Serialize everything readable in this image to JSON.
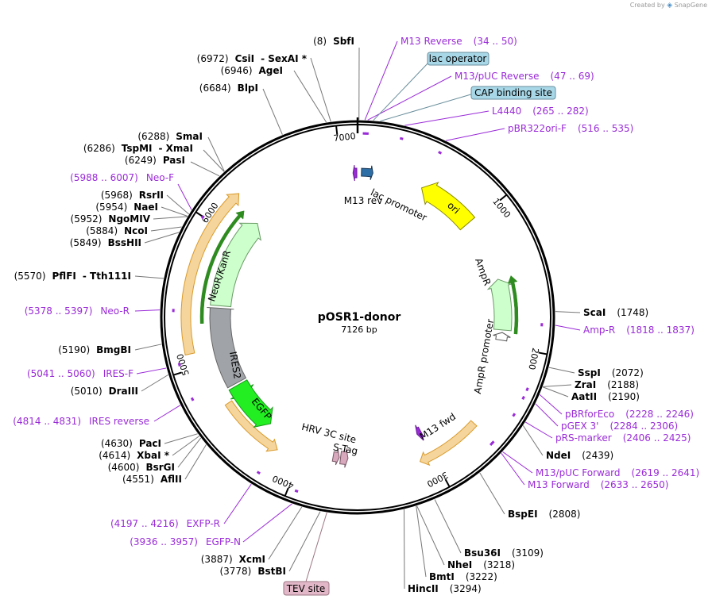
{
  "brand": {
    "prefix": "Created by",
    "name": "SnapGene"
  },
  "plasmid": {
    "name": "pOSR1-donor",
    "length_label": "7126 bp",
    "length_bp": 7126
  },
  "ticks": [
    "1000",
    "2000",
    "3000",
    "4000",
    "5000",
    "6000",
    "7000"
  ],
  "enzymes": [
    {
      "pos": "(8)",
      "name": "SbfI"
    },
    {
      "pos": "(6972)",
      "name": "CsiI",
      "suffix": "- SexAI *"
    },
    {
      "pos": "(6946)",
      "name": "AgeI"
    },
    {
      "pos": "(6684)",
      "name": "BlpI"
    },
    {
      "pos": "(6288)",
      "name": "SmaI"
    },
    {
      "pos": "(6286)",
      "name": "TspMI",
      "suffix": "- XmaI"
    },
    {
      "pos": "(6249)",
      "name": "PasI"
    },
    {
      "pos": "(5968)",
      "name": "RsrII"
    },
    {
      "pos": "(5954)",
      "name": "NaeI"
    },
    {
      "pos": "(5952)",
      "name": "NgoMIV"
    },
    {
      "pos": "(5884)",
      "name": "NcoI"
    },
    {
      "pos": "(5849)",
      "name": "BssHII"
    },
    {
      "pos": "(5570)",
      "name": "PflFI",
      "suffix": "- Tth111I"
    },
    {
      "pos": "(5190)",
      "name": "BmgBI"
    },
    {
      "pos": "(5010)",
      "name": "DraIII"
    },
    {
      "pos": "(4630)",
      "name": "PacI"
    },
    {
      "pos": "(4614)",
      "name": "XbaI *"
    },
    {
      "pos": "(4600)",
      "name": "BsrGI"
    },
    {
      "pos": "(4551)",
      "name": "AflII"
    },
    {
      "pos": "(3887)",
      "name": "XcmI"
    },
    {
      "pos": "(3778)",
      "name": "BstBI"
    },
    {
      "name": "ScaI",
      "pos": "(1748)"
    },
    {
      "name": "SspI",
      "pos": "(2072)"
    },
    {
      "name": "ZraI",
      "pos": "(2188)"
    },
    {
      "name": "AatII",
      "pos": "(2190)"
    },
    {
      "name": "NdeI",
      "pos": "(2439)"
    },
    {
      "name": "BspEI",
      "pos": "(2808)"
    },
    {
      "name": "Bsu36I",
      "pos": "(3109)"
    },
    {
      "name": "NheI",
      "pos": "(3218)"
    },
    {
      "name": "BmtI",
      "pos": "(3222)"
    },
    {
      "name": "HincII",
      "pos": "(3294)"
    }
  ],
  "primers": [
    {
      "name": "M13 Reverse",
      "range": "(34 .. 50)"
    },
    {
      "name": "M13/pUC Reverse",
      "range": "(47 .. 69)"
    },
    {
      "name": "L4440",
      "range": "(265 .. 282)"
    },
    {
      "name": "pBR322ori-F",
      "range": "(516 .. 535)"
    },
    {
      "name": "Amp-R",
      "range": "(1818 .. 1837)"
    },
    {
      "name": "pBRforEco",
      "range": "(2228 .. 2246)"
    },
    {
      "name": "pGEX 3'",
      "range": "(2284 .. 2306)"
    },
    {
      "name": "pRS-marker",
      "range": "(2406 .. 2425)"
    },
    {
      "name": "M13/pUC Forward",
      "range": "(2619 .. 2641)"
    },
    {
      "name": "M13 Forward",
      "range": "(2633 .. 2650)"
    },
    {
      "range": "(5988 .. 6007)",
      "name": "Neo-F"
    },
    {
      "range": "(5378 .. 5397)",
      "name": "Neo-R"
    },
    {
      "range": "(5041 .. 5060)",
      "name": "IRES-F"
    },
    {
      "range": "(4814 .. 4831)",
      "name": "IRES reverse"
    },
    {
      "range": "(4197 .. 4216)",
      "name": "EXFP-R"
    },
    {
      "range": "(3936 .. 3957)",
      "name": "EGFP-N"
    }
  ],
  "boxed_features": [
    {
      "name": "lac operator",
      "color": "#a8d8e8"
    },
    {
      "name": "CAP binding site",
      "color": "#a8d8e8"
    },
    {
      "name": "TEV site",
      "color": "#e2b8c8"
    }
  ],
  "features": {
    "lac_promoter": "lac promoter",
    "m13_rev": "M13 rev",
    "ori": "ori",
    "ampr": "AmpR",
    "ampr_promoter": "AmpR promoter",
    "m13_fwd": "M13 fwd",
    "neo": "NeoR/KanR",
    "ires": "IRES2",
    "egfp": "EGFP",
    "hrv": "HRV 3C site",
    "stag": "S-Tag"
  },
  "colors": {
    "ori": "#ffff00",
    "ampr": "#ccffcc",
    "neo": "#ccffcc",
    "ires": "#a0a4a8",
    "egfp": "#22ee22",
    "primer": "#9a2bd8",
    "orf_fill": "#f5d59c",
    "orf_stroke": "#d99a2a",
    "orf_arrow_green": "#2e8b1f"
  }
}
